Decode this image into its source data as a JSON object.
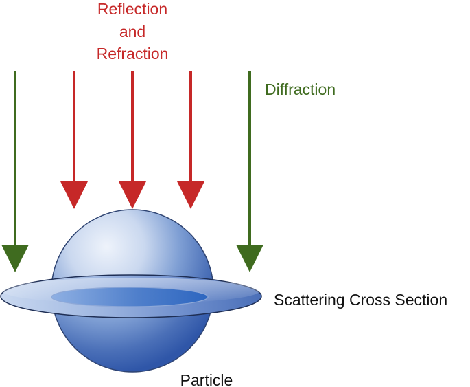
{
  "diagram": {
    "title_lines": [
      "Reflection",
      "and",
      "Refraction"
    ],
    "diffraction_label": "Diffraction",
    "cross_section_label": "Scattering Cross Section",
    "particle_label": "Particle"
  },
  "colors": {
    "reflection_refraction": "#c62828",
    "diffraction": "#3f6b1f",
    "sphere_light": "#dbe5f3",
    "sphere_dark": "#2f56a8",
    "ring_fill": "#5f82c4",
    "ring_stroke": "#1f2f55",
    "text": "#111111"
  }
}
